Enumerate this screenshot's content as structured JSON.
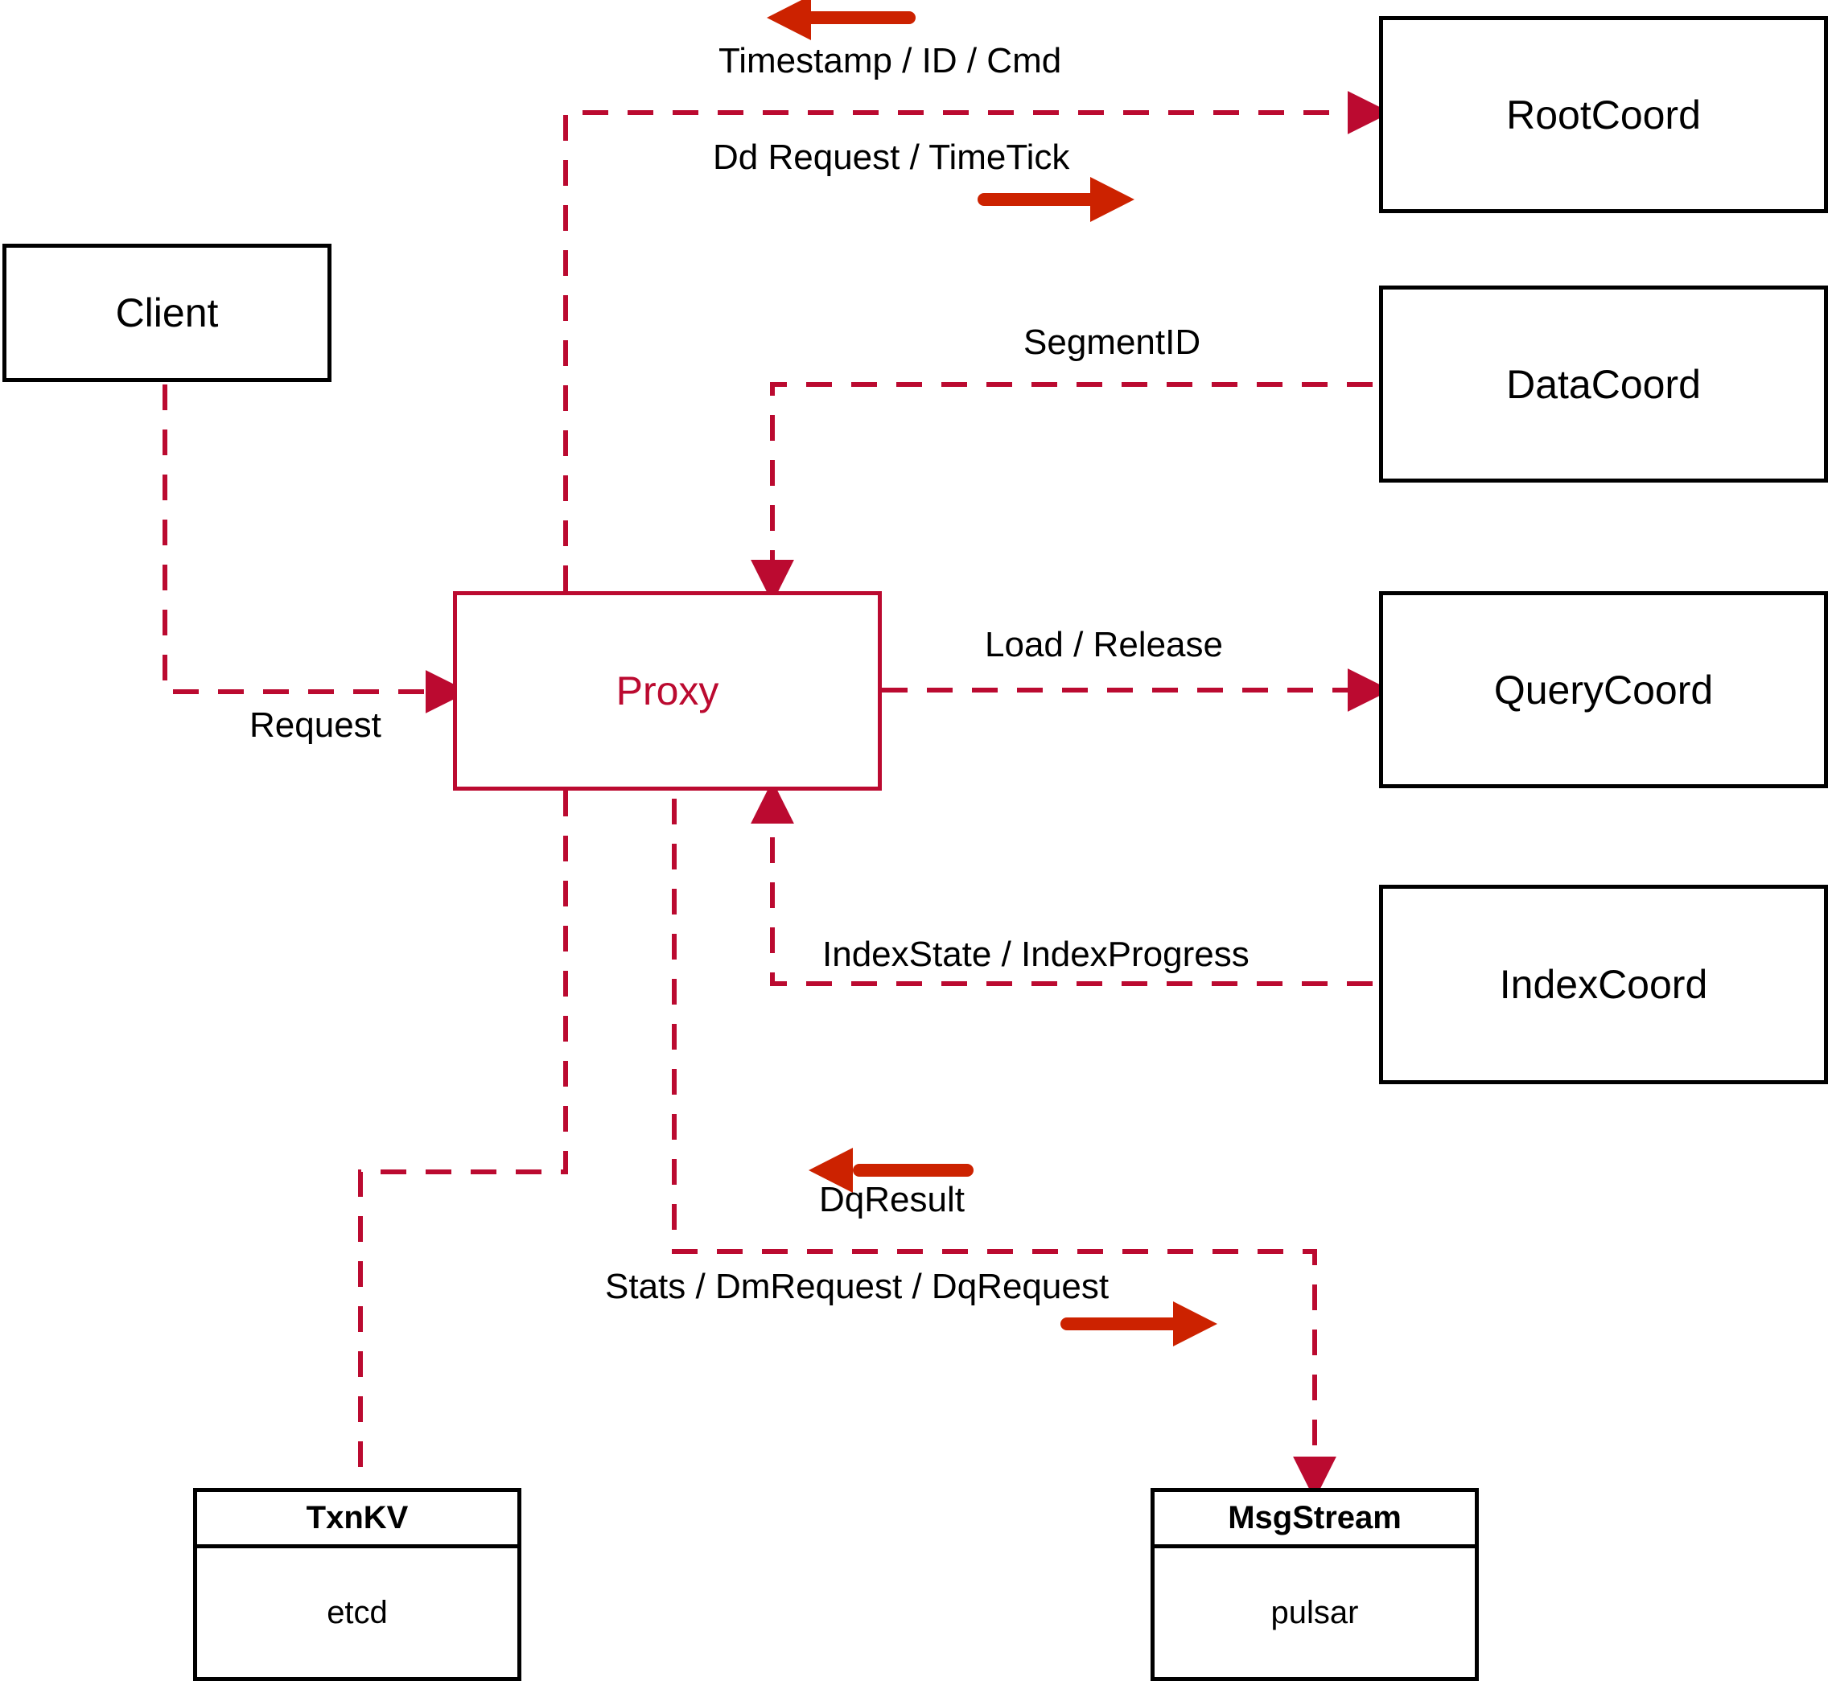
{
  "diagram": {
    "title": "Proxy component interaction diagram",
    "colors": {
      "node_border": "#000000",
      "proxy": "#BB0A30",
      "edge": "#BB0A30",
      "annotation_arrow": "#CC2200",
      "background": "#FFFFFF",
      "text": "#000000"
    },
    "nodes": [
      {
        "id": "client",
        "label": "Client"
      },
      {
        "id": "proxy",
        "label": "Proxy"
      },
      {
        "id": "rootcoord",
        "label": "RootCoord"
      },
      {
        "id": "datacoord",
        "label": "DataCoord"
      },
      {
        "id": "querycoord",
        "label": "QueryCoord"
      },
      {
        "id": "indexcoord",
        "label": "IndexCoord"
      }
    ],
    "store_nodes": [
      {
        "id": "txnkv",
        "title": "TxnKV",
        "impl": "etcd"
      },
      {
        "id": "msgstream",
        "title": "MsgStream",
        "impl": "pulsar"
      }
    ],
    "edge_labels": [
      {
        "id": "timestamp-id-cmd",
        "text": "Timestamp / ID / Cmd"
      },
      {
        "id": "dd-request-timetick",
        "text": "Dd Request / TimeTick"
      },
      {
        "id": "segmentid",
        "text": "SegmentID"
      },
      {
        "id": "request",
        "text": "Request"
      },
      {
        "id": "load-release",
        "text": "Load / Release"
      },
      {
        "id": "indexstate-indexprogress",
        "text": "IndexState / IndexProgress"
      },
      {
        "id": "dqresult",
        "text": "DqResult"
      },
      {
        "id": "stats-dmrequest-dqrequest",
        "text": "Stats / DmRequest / DqRequest"
      }
    ]
  }
}
